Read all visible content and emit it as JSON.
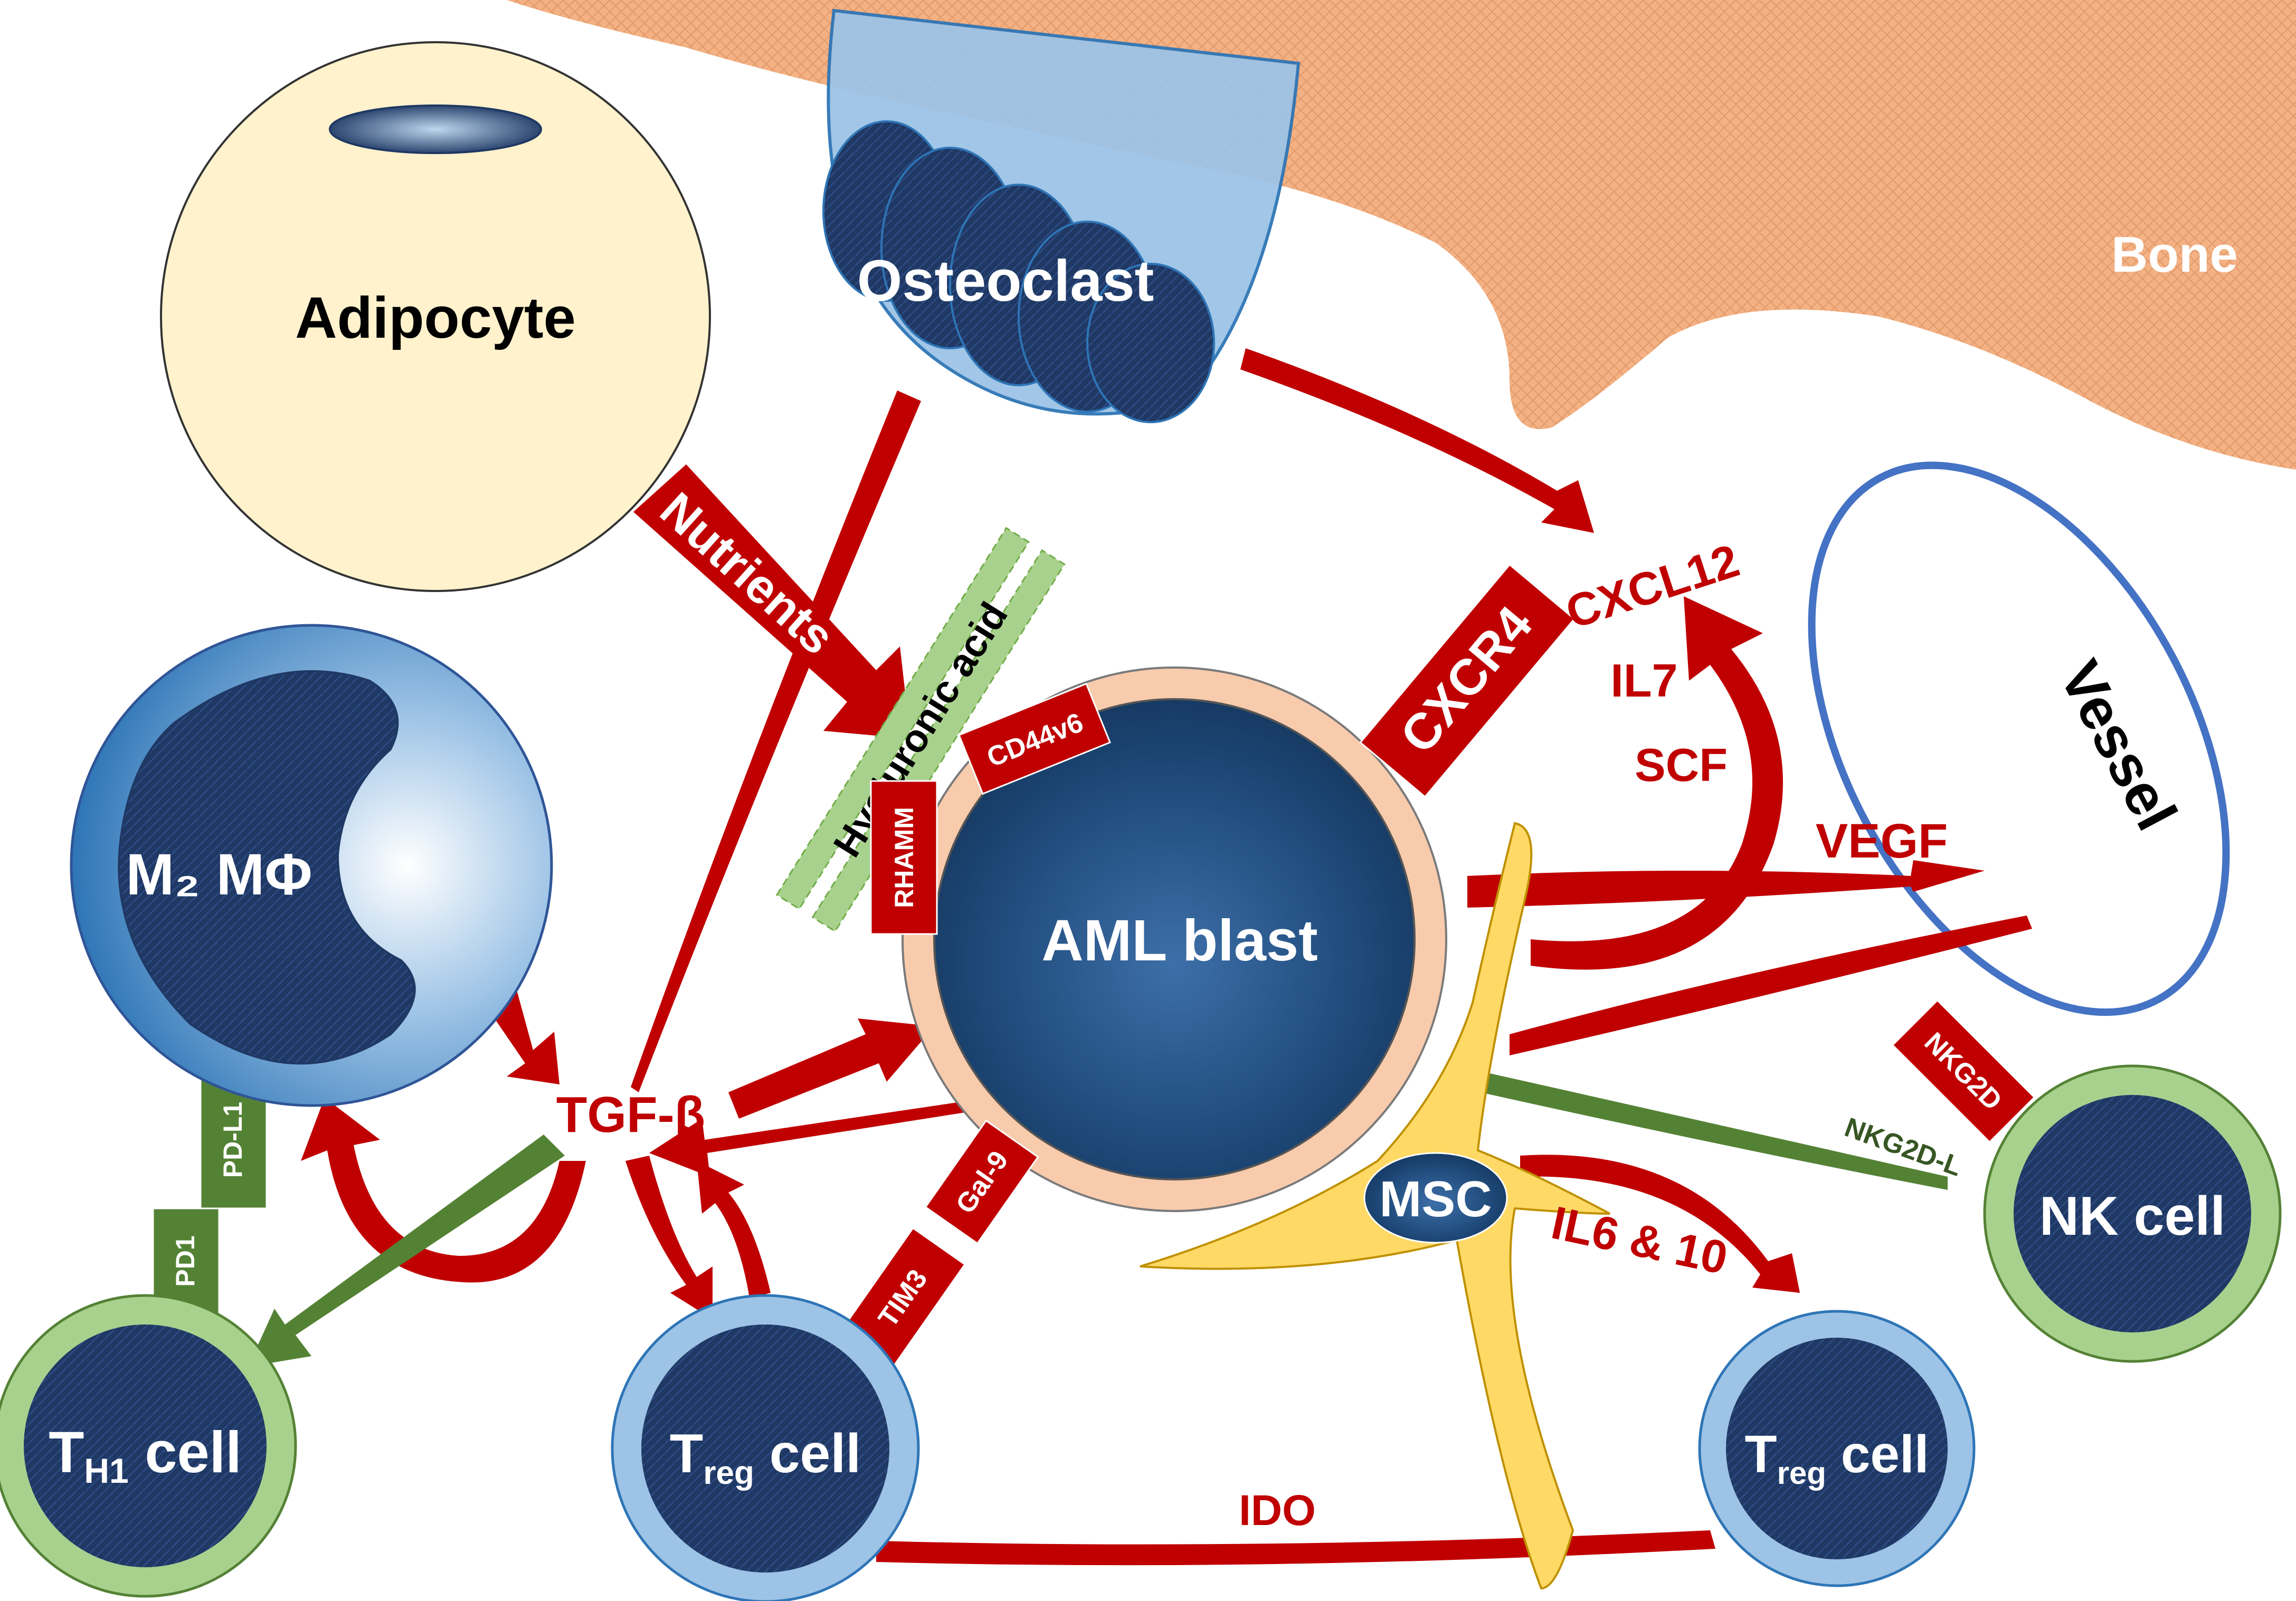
{
  "cells": {
    "adipocyte": "Adipocyte",
    "osteoclast": "Osteoclast",
    "bone": "Bone",
    "vessel": "Vessel",
    "m2_macrophage": "M₂ MΦ",
    "aml_blast": "AML blast",
    "msc": "MSC",
    "nk_cell": "NK cell",
    "th1_main": "T",
    "th1_sub": "H1",
    "th1_rest": " cell",
    "treg_main": "T",
    "treg_sub": "reg",
    "treg_rest": " cell"
  },
  "receptors": {
    "cd44v6": "CD44v6",
    "rhamm": "RHAMM",
    "cxcr4": "CXCR4",
    "gal9": "Gal-9",
    "tim3": "TIM3",
    "pdl1": "PD-L1",
    "pd1": "PD1",
    "nkg2d": "NKG2D",
    "nkg2d_l": "NKG2D-L"
  },
  "factors": {
    "nutrients": "Nutrients",
    "hyaluronic_acid": "Hyaluronic acid",
    "tgf_beta": "TGF-β",
    "cxcl12": "CXCL12",
    "il7": "IL7",
    "scf": "SCF",
    "vegf": "VEGF",
    "il6_10": "IL6 & 10",
    "ido": "IDO"
  },
  "colors": {
    "red_arrow": "#c00000",
    "green_arrow": "#548235",
    "bone": "#f4b183",
    "adipocyte": "#fff2cc",
    "dark_blue": "#1f3864",
    "msc": "#ffd966",
    "vessel": "#4472c4",
    "membrane": "#f8cbad",
    "ring_green": "#a9d18e",
    "ring_blue": "#9dc3e6"
  }
}
